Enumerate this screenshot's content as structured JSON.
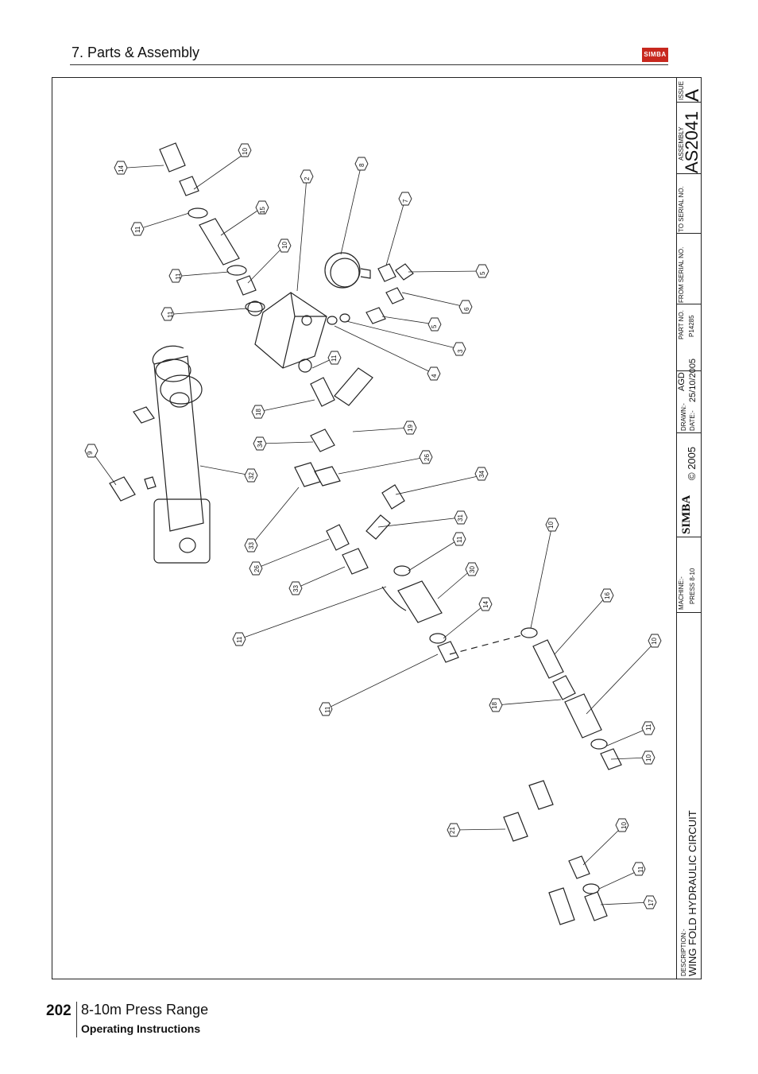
{
  "header": {
    "section_title": "7. Parts & Assembly",
    "logo_text": "SIMBA"
  },
  "title_block": {
    "issue_label": "ISSUE",
    "issue_value": "A",
    "assembly_label": "ASSEMBLY",
    "assembly_value": "AS2041",
    "to_serial_label": "TO SERIAL NO.",
    "from_serial_label": "FROM SERIAL NO.",
    "part_no_label": "PART NO.",
    "part_no_value": "P14285",
    "drawn_label": "DRAWN:-",
    "drawn_value": "AGD",
    "date_label": "DATE:-",
    "date_value": "25/10/2005",
    "copyright": "© 2005",
    "brand": "SIMBA",
    "machine_label": "MACHINE:-",
    "machine_value": "PRESS 8-10",
    "description_label": "DESCRIPTION:-",
    "description_value": "WING FOLD HYDRAULIC CIRCUIT"
  },
  "callouts": [
    {
      "label": "14"
    },
    {
      "label": "10"
    },
    {
      "label": "11"
    },
    {
      "label": "15"
    },
    {
      "label": "11"
    },
    {
      "label": "10"
    },
    {
      "label": "11"
    },
    {
      "label": "2"
    },
    {
      "label": "8"
    },
    {
      "label": "7"
    },
    {
      "label": "5"
    },
    {
      "label": "6"
    },
    {
      "label": "5"
    },
    {
      "label": "3"
    },
    {
      "label": "4"
    },
    {
      "label": "11"
    },
    {
      "label": "18"
    },
    {
      "label": "19"
    },
    {
      "label": "34"
    },
    {
      "label": "26"
    },
    {
      "label": "9"
    },
    {
      "label": "32"
    },
    {
      "label": "34"
    },
    {
      "label": "33"
    },
    {
      "label": "31"
    },
    {
      "label": "26"
    },
    {
      "label": "11"
    },
    {
      "label": "33"
    },
    {
      "label": "30"
    },
    {
      "label": "11"
    },
    {
      "label": "14"
    },
    {
      "label": "10"
    },
    {
      "label": "11"
    },
    {
      "label": "16"
    },
    {
      "label": "10"
    },
    {
      "label": "18"
    },
    {
      "label": "11"
    },
    {
      "label": "10"
    },
    {
      "label": "21"
    },
    {
      "label": "10"
    },
    {
      "label": "11"
    },
    {
      "label": "17"
    }
  ],
  "footer": {
    "page_number": "202",
    "title": "8-10m Press Range",
    "subtitle": "Operating Instructions"
  }
}
